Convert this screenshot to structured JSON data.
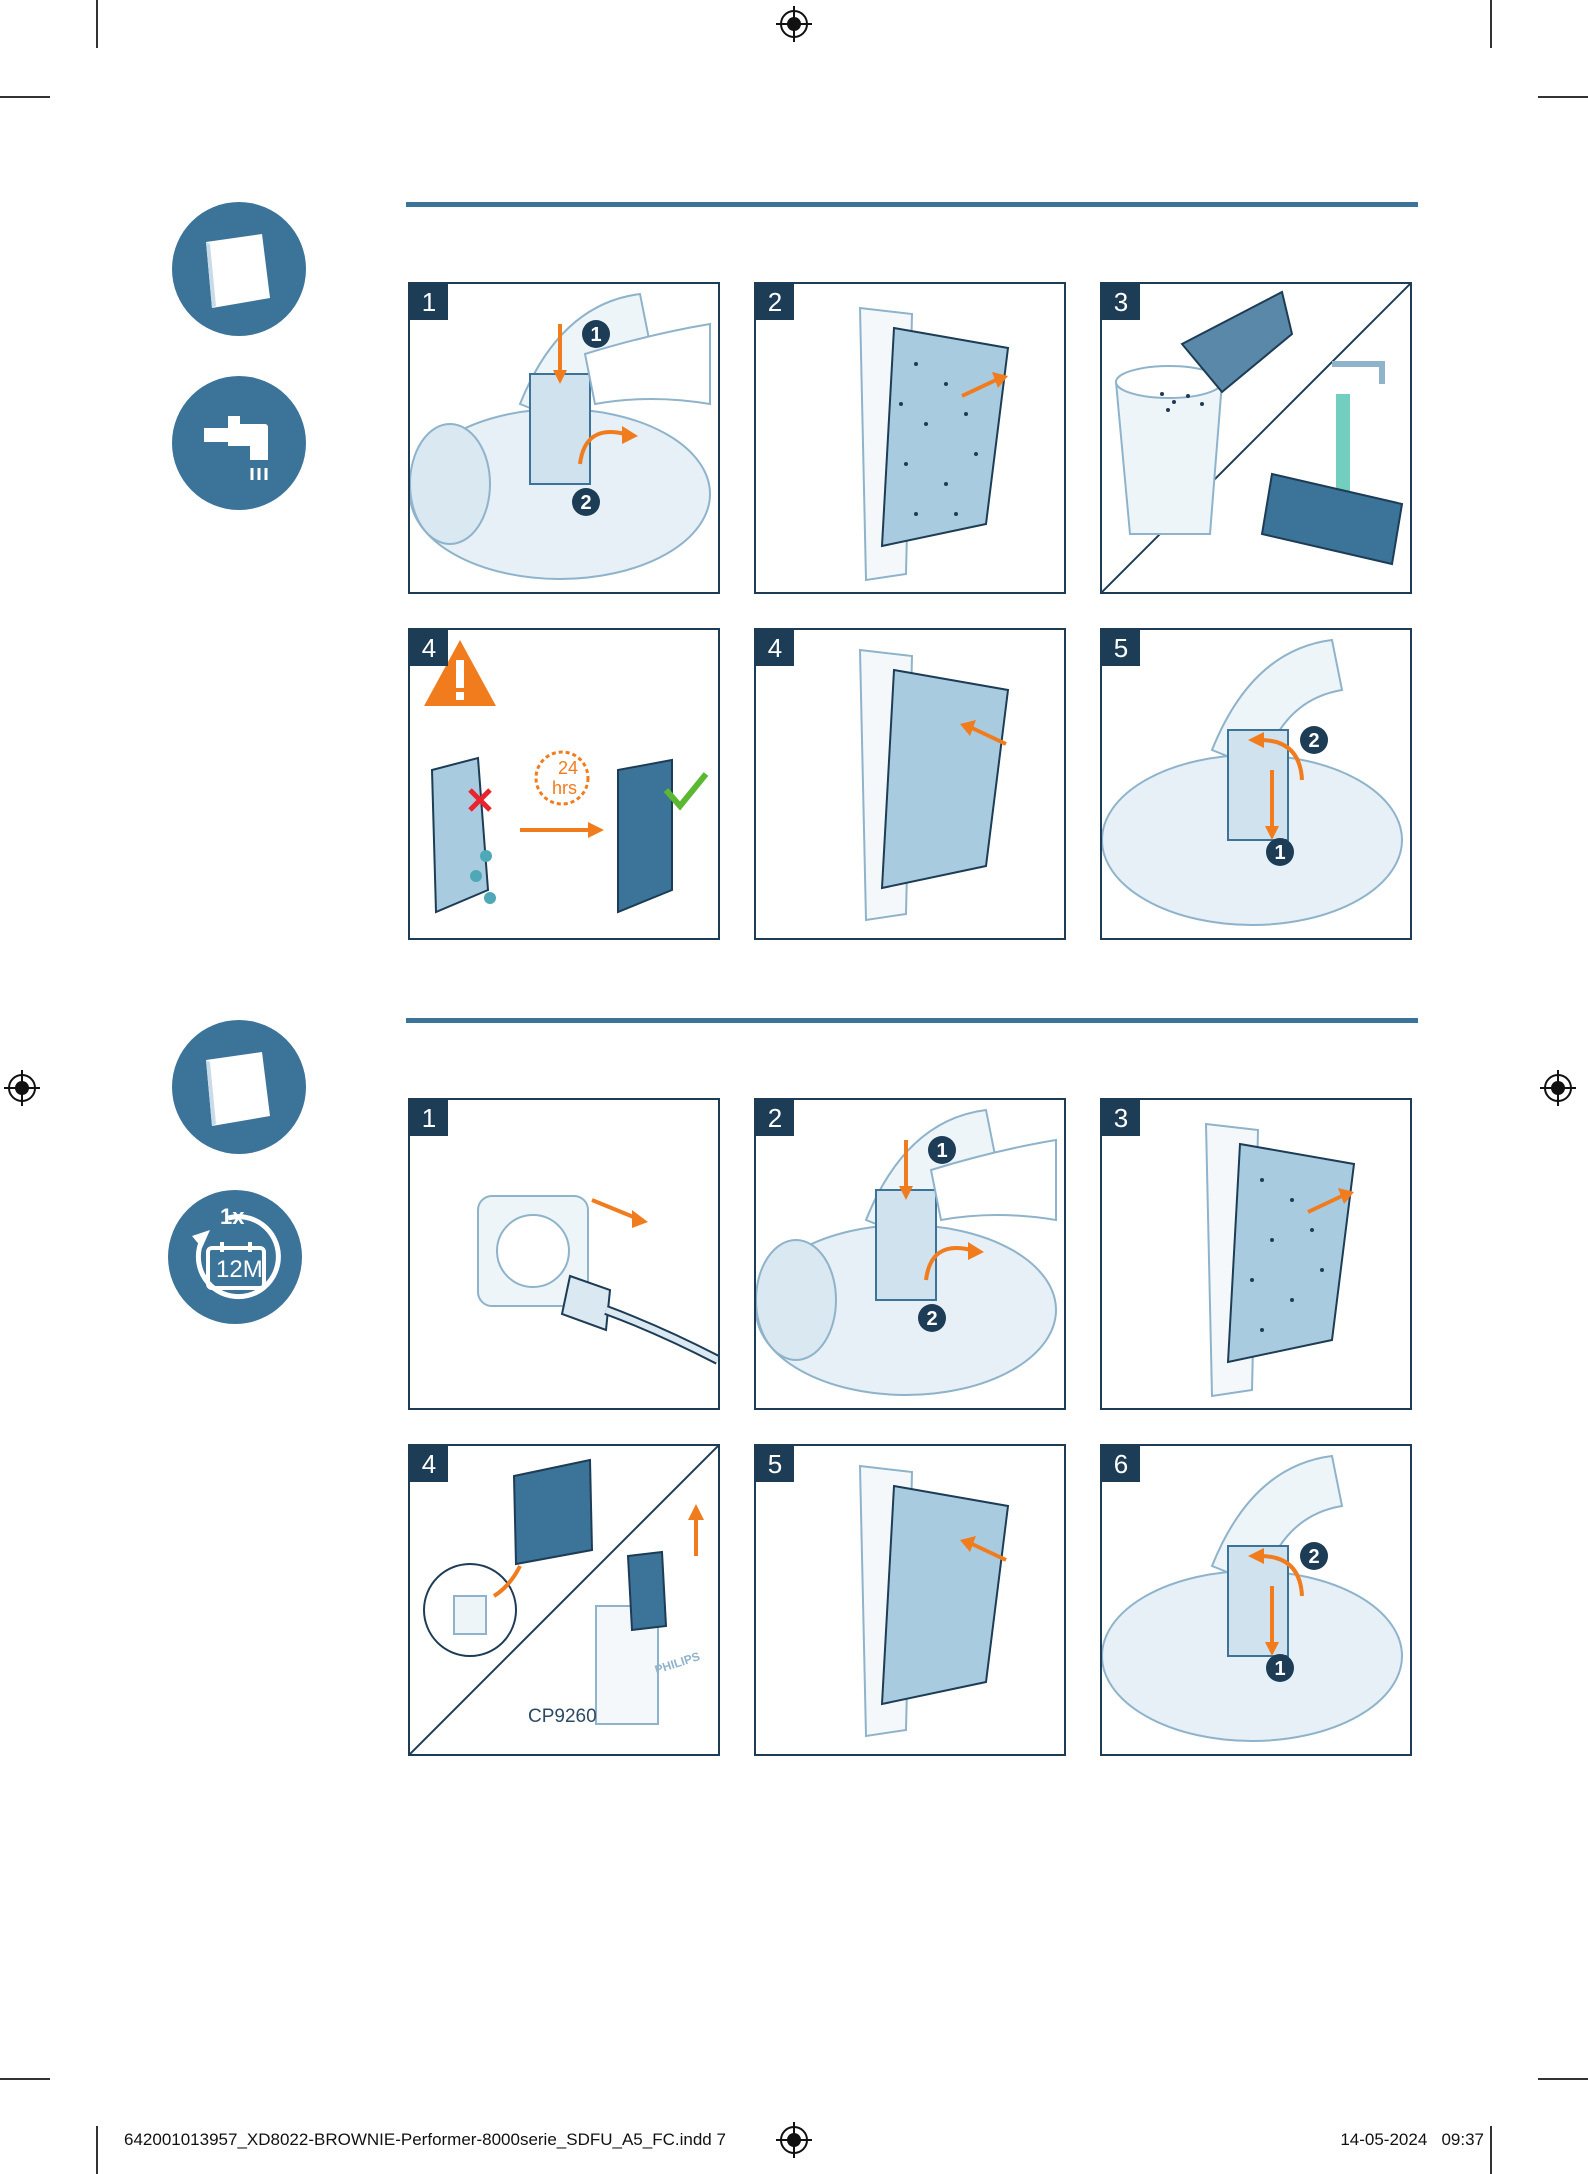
{
  "section1": {
    "steps": [
      "1",
      "2",
      "3",
      "4",
      "4",
      "5"
    ],
    "icons": [
      "filter-icon",
      "tap-water-icon"
    ],
    "panel4_badge": {
      "line1": "24",
      "line2": "hrs"
    }
  },
  "section2": {
    "steps": [
      "1",
      "2",
      "3",
      "4",
      "5",
      "6"
    ],
    "icons": [
      "filter-icon",
      "replace-yearly-icon"
    ],
    "yearly_badge": {
      "times": "1x",
      "period": "12M"
    },
    "product_code": "CP9260",
    "box_brand": "PHILIPS"
  },
  "footer": {
    "file": "642001013957_XD8022-BROWNIE-Performer-8000serie_SDFU_A5_FC.indd   7",
    "date": "14-05-2024",
    "time": "09:37"
  },
  "colors": {
    "accent": "#3b7399",
    "panel_border": "#1d3c55",
    "arrow": "#f07c1e",
    "warning": "#f07c1e",
    "filter_fill": "#a9cbe0",
    "check": "#5cb832",
    "cross": "#e8242f"
  }
}
